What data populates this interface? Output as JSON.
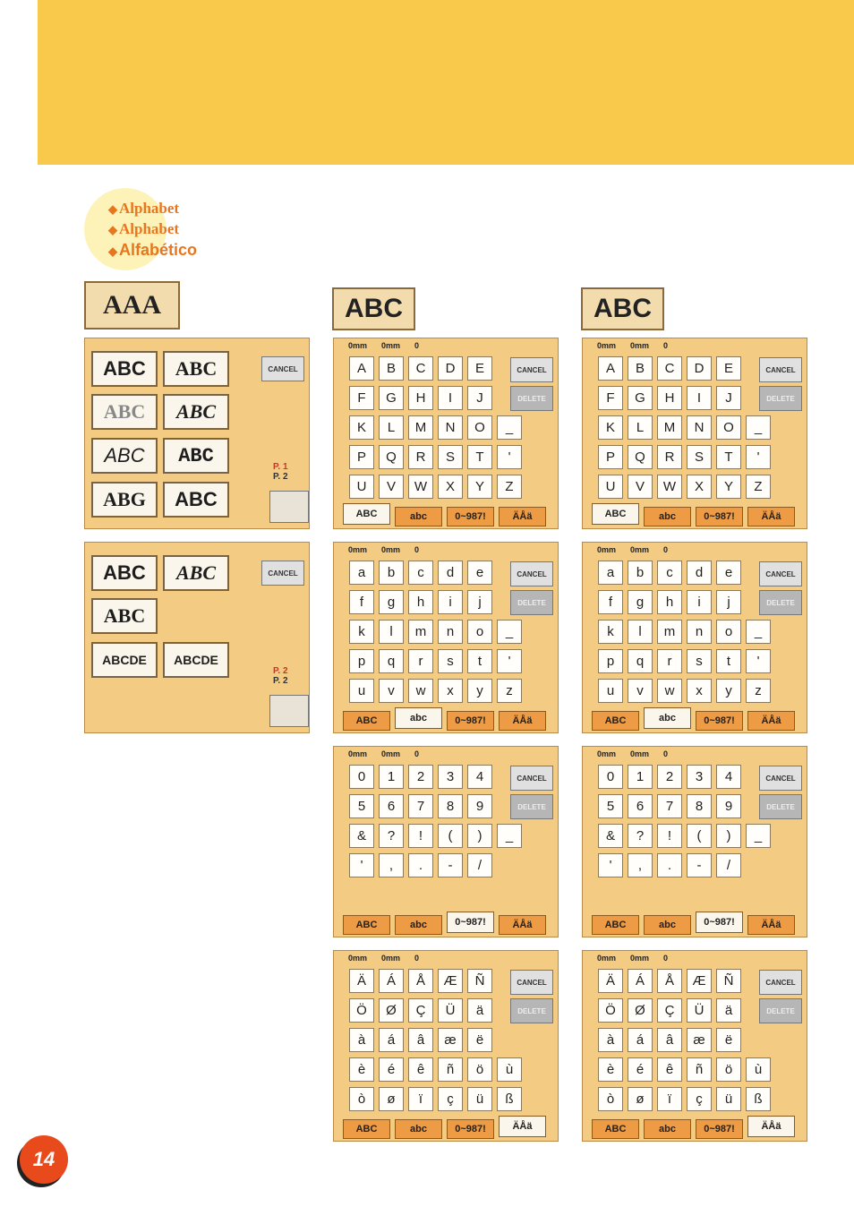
{
  "headings": [
    "Alphabet",
    "Alphabet",
    "Alfabético"
  ],
  "font_button": "AAA",
  "abc_button_left": "ABC",
  "abc_button_right": "ABC",
  "font_page1": {
    "fonts": [
      "ABC",
      "ABC",
      "ABC",
      "ABC",
      "ABC",
      "ABC",
      "ABG",
      "ABC"
    ],
    "cancel": "CANCEL",
    "pager": [
      "P. 1",
      "P. 2"
    ]
  },
  "font_page2": {
    "fonts": [
      "ABC",
      "ABC",
      "ABC",
      "ABCDE",
      "ABCDE"
    ],
    "cancel": "CANCEL",
    "pager": [
      "P. 2",
      "P. 2"
    ]
  },
  "status": [
    "0mm",
    "0mm",
    "0"
  ],
  "cancel": "CANCEL",
  "delete": "DELETE",
  "tabs": [
    "ABC",
    "abc",
    "0~987!",
    "ÄÅä"
  ],
  "keys_upper": [
    "A",
    "B",
    "C",
    "D",
    "E",
    "F",
    "G",
    "H",
    "I",
    "J",
    "K",
    "L",
    "M",
    "N",
    "O",
    "_",
    "P",
    "Q",
    "R",
    "S",
    "T",
    "'",
    "U",
    "V",
    "W",
    "X",
    "Y",
    "Z"
  ],
  "keys_lower": [
    "a",
    "b",
    "c",
    "d",
    "e",
    "f",
    "g",
    "h",
    "i",
    "j",
    "k",
    "l",
    "m",
    "n",
    "o",
    "_",
    "p",
    "q",
    "r",
    "s",
    "t",
    "'",
    "u",
    "v",
    "w",
    "x",
    "y",
    "z"
  ],
  "keys_num": [
    "0",
    "1",
    "2",
    "3",
    "4",
    "5",
    "6",
    "7",
    "8",
    "9",
    "&",
    "?",
    "!",
    "(",
    ")",
    "_",
    "'",
    ",",
    ".",
    "-",
    "/"
  ],
  "keys_accent": [
    "Ä",
    "Á",
    "Å",
    "Æ",
    "Ñ",
    "Ö",
    "Ø",
    "Ç",
    "Ü",
    "ä",
    "à",
    "á",
    "â",
    "æ",
    "ë",
    "è",
    "é",
    "ê",
    "ñ",
    "ö",
    "ù",
    "ò",
    "ø",
    "ï",
    "ç",
    "ü",
    "ß"
  ],
  "page_number": "14"
}
